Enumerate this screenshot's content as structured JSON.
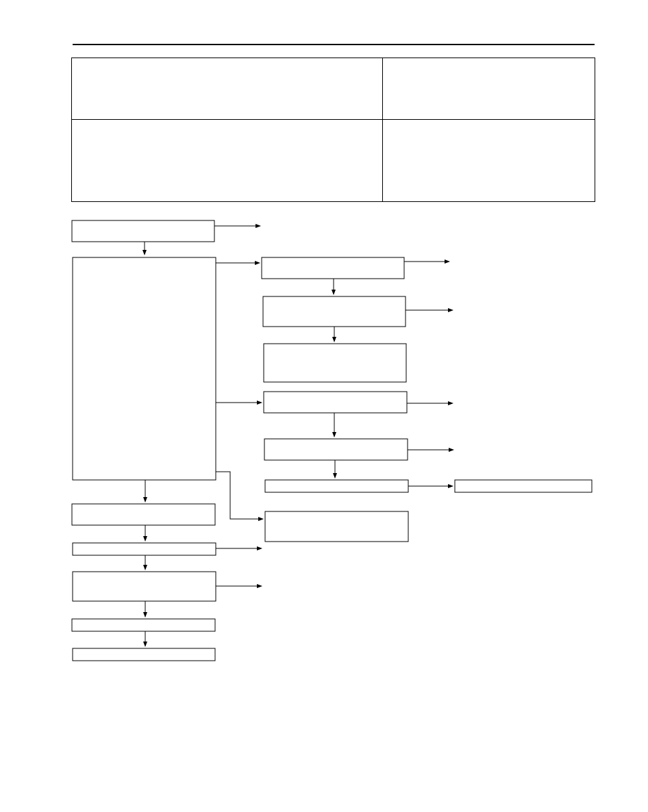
{
  "header_rule": true,
  "table": {
    "cells": [
      {
        "id": "r1c1",
        "text": ""
      },
      {
        "id": "r1c2",
        "text": ""
      },
      {
        "id": "r2c1",
        "text": ""
      },
      {
        "id": "r2c2",
        "text": ""
      }
    ]
  },
  "flowchart": {
    "nodes": [
      {
        "id": "start",
        "label": ""
      },
      {
        "id": "main-check",
        "label": ""
      },
      {
        "id": "b1",
        "label": ""
      },
      {
        "id": "b2",
        "label": ""
      },
      {
        "id": "b3",
        "label": ""
      },
      {
        "id": "b4",
        "label": ""
      },
      {
        "id": "b5",
        "label": ""
      },
      {
        "id": "b6",
        "label": ""
      },
      {
        "id": "b6-result",
        "label": ""
      },
      {
        "id": "b7",
        "label": ""
      },
      {
        "id": "l1",
        "label": ""
      },
      {
        "id": "l2",
        "label": ""
      },
      {
        "id": "l3",
        "label": ""
      },
      {
        "id": "l4",
        "label": ""
      },
      {
        "id": "l5",
        "label": ""
      }
    ],
    "edge_labels": []
  }
}
